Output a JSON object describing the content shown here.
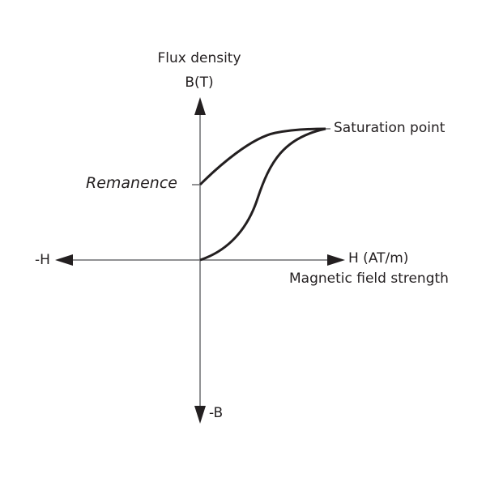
{
  "diagram": {
    "y_axis": {
      "title_line1": "Flux density",
      "title_line2": "B(T)",
      "negative_label": "-B"
    },
    "x_axis": {
      "positive_label": "H (AT/m)",
      "negative_label": "-H",
      "description": "Magnetic field strength"
    },
    "annotations": {
      "remanence": "Remanence",
      "saturation": "Saturation point"
    },
    "colors": {
      "stroke": "#231f20",
      "axis": "#6d6e71"
    }
  }
}
